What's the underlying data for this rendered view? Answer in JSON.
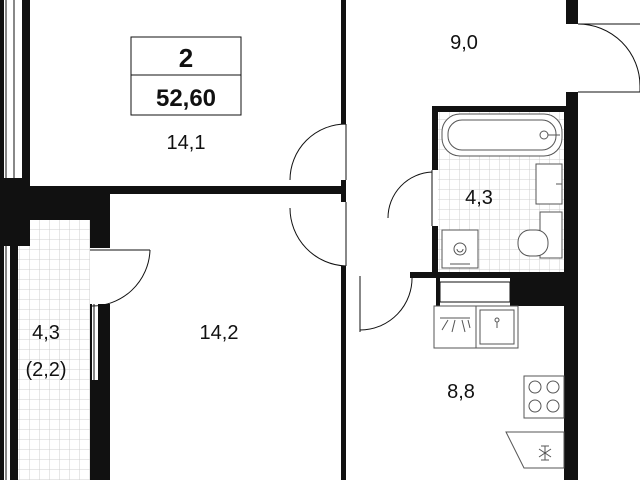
{
  "apartment": {
    "rooms_count": "2",
    "total_area": "52,60"
  },
  "rooms": {
    "living_room_area": "14,1",
    "hallway_area": "9,0",
    "bathroom_area": "4,3",
    "bedroom_area": "14,2",
    "balcony_area": "4,3",
    "balcony_area_reduced": "(2,2)",
    "kitchen_area": "8,8"
  },
  "colors": {
    "wall": "#111111",
    "tile_line": "#cfcfcf",
    "fixture_line": "#555555",
    "background": "#ffffff"
  }
}
